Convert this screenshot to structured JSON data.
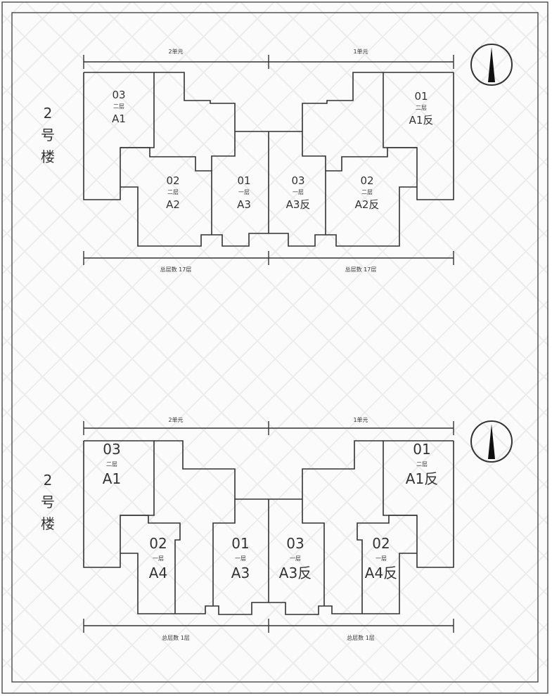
{
  "colors": {
    "line": "#333333",
    "background": "#fbfbfb",
    "pattern": "#ececec"
  },
  "panels": [
    {
      "building_label": [
        "2",
        "号",
        "楼"
      ],
      "unit_left": "2单元",
      "unit_right": "1单元",
      "total_left": "总层数 17层",
      "total_right": "总层数 17层",
      "rooms": [
        {
          "no": "03",
          "floor": "二层",
          "type": "A1"
        },
        {
          "no": "02",
          "floor": "二层",
          "type": "A2"
        },
        {
          "no": "01",
          "floor": "一层",
          "type": "A3"
        },
        {
          "no": "03",
          "floor": "一层",
          "type": "A3反"
        },
        {
          "no": "02",
          "floor": "二层",
          "type": "A2反"
        },
        {
          "no": "01",
          "floor": "二层",
          "type": "A1反"
        }
      ],
      "north_icon": "north-arrow-icon"
    },
    {
      "building_label": [
        "2",
        "号",
        "楼"
      ],
      "unit_left": "2单元",
      "unit_right": "1单元",
      "total_left": "总层数 1层",
      "total_right": "总层数 1层",
      "rooms": [
        {
          "no": "03",
          "floor": "二层",
          "type": "A1"
        },
        {
          "no": "02",
          "floor": "一层",
          "type": "A4"
        },
        {
          "no": "01",
          "floor": "一层",
          "type": "A3"
        },
        {
          "no": "03",
          "floor": "一层",
          "type": "A3反"
        },
        {
          "no": "02",
          "floor": "一层",
          "type": "A4反"
        },
        {
          "no": "01",
          "floor": "二层",
          "type": "A1反"
        }
      ],
      "north_icon": "north-arrow-icon"
    }
  ]
}
